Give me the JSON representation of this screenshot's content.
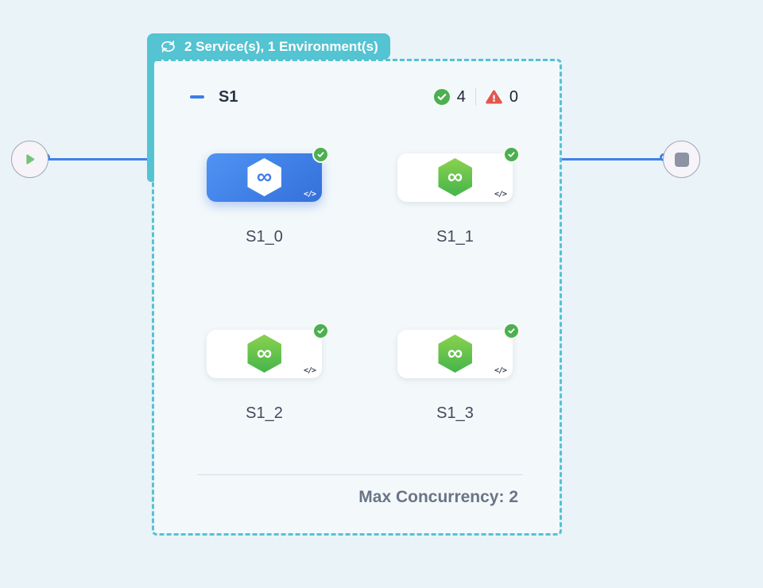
{
  "badge": {
    "label": "2 Service(s), 1 Environment(s)",
    "color": "#54c3d2"
  },
  "stage": {
    "title": "S1",
    "success_count": "4",
    "failure_count": "0",
    "footer": "Max Concurrency: 2",
    "services": [
      {
        "label": "S1_0",
        "selected": true
      },
      {
        "label": "S1_1",
        "selected": false
      },
      {
        "label": "S1_2",
        "selected": false
      },
      {
        "label": "S1_3",
        "selected": false
      }
    ]
  },
  "icons": {
    "badge": "cycle-icon",
    "start": "play-icon",
    "end": "stop-icon",
    "success": "check-circle-icon",
    "failure": "warning-triangle-icon",
    "service": "hexagon-infinity-icon",
    "infinity_glyph": "∞",
    "code_glyph": "</>"
  },
  "colors": {
    "accent_teal": "#54c3d2",
    "edge_blue": "#3d82ec",
    "success_green": "#4caf50",
    "failure_red": "#e2574c",
    "selected_card_blue": "#3f7fe8",
    "canvas_background": "#eaf3f8"
  }
}
